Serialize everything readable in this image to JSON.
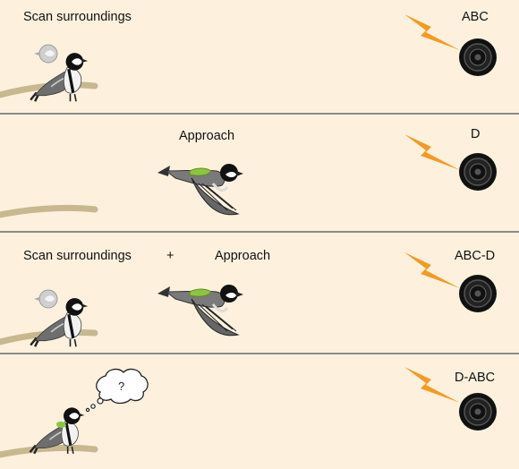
{
  "panels": [
    {
      "behaviours": [
        "Scan surroundings"
      ],
      "sequence_label": "ABC",
      "icons": [
        "bird-perched-head-turning",
        "branch",
        "lightning-bolt-icon",
        "speaker-icon"
      ]
    },
    {
      "behaviours": [
        "Approach"
      ],
      "sequence_label": "D",
      "icons": [
        "bird-flying",
        "branch",
        "lightning-bolt-icon",
        "speaker-icon"
      ]
    },
    {
      "behaviours": [
        "Scan surroundings",
        "Approach"
      ],
      "joiner": "+",
      "sequence_label": "ABC-D",
      "icons": [
        "bird-perched-head-turning",
        "bird-flying",
        "branch",
        "lightning-bolt-icon",
        "speaker-icon"
      ]
    },
    {
      "behaviours": [],
      "thought_text": "?",
      "sequence_label": "D-ABC",
      "icons": [
        "bird-perched-confused",
        "thought-bubble-icon",
        "branch",
        "lightning-bolt-icon",
        "speaker-icon"
      ]
    }
  ],
  "colors": {
    "background": "#fdf1de",
    "divider": "#8a8a8a",
    "branch": "#c7b88f",
    "lightning": "#f49a22",
    "speaker": "#111111",
    "bird_back": "#8cc63f"
  }
}
